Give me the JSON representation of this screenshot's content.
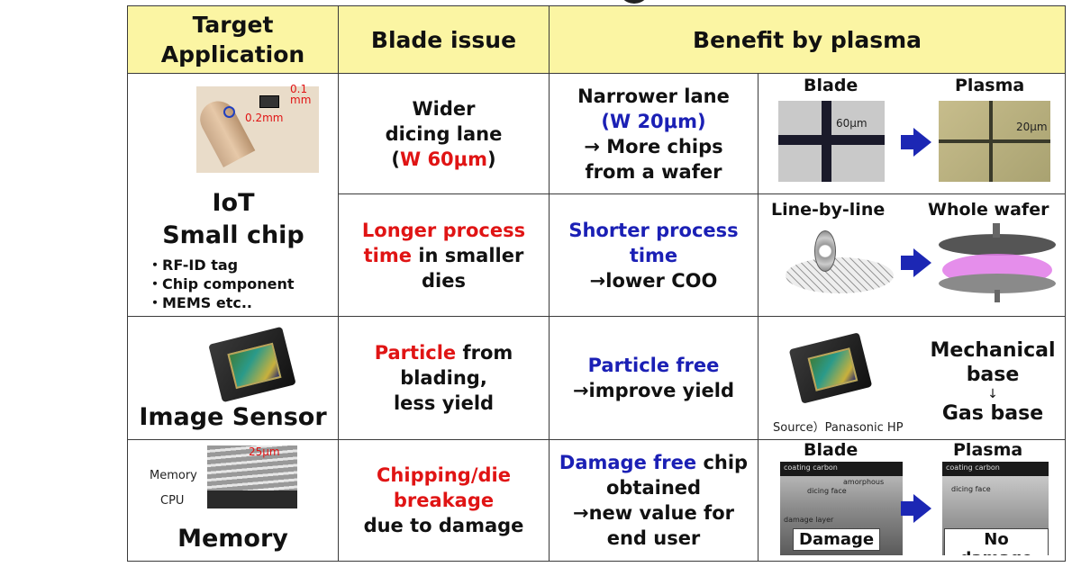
{
  "header": {
    "col1": "Target Application",
    "col2": "Blade issue",
    "col3": "Benefit by plasma"
  },
  "iot": {
    "title_line1": "IoT",
    "title_line2": "Small chip",
    "bullets": [
      "・RF-ID tag",
      "・Chip component",
      "・MEMS  etc.."
    ],
    "dim_01": "0.1",
    "dim_mm": "mm",
    "dim_02": "0.2mm",
    "row1": {
      "issue_l1": "Wider",
      "issue_l2": "dicing lane",
      "issue_l3_open": "(",
      "issue_l3_red": "W 60μm",
      "issue_l3_close": ")",
      "benefit_l1": "Narrower lane",
      "benefit_l2": "(W 20μm)",
      "benefit_l3": "→ More chips",
      "benefit_l4": "from a wafer",
      "img_blade": "Blade",
      "img_plasma": "Plasma",
      "img_60": "60μm",
      "img_20": "20μm"
    },
    "row2": {
      "issue_red_l1": "Longer process",
      "issue_red_l2": "time",
      "issue_rest_l2": " in smaller",
      "issue_l3": "dies",
      "benefit_blue_l1": "Shorter process",
      "benefit_blue_l2": "time",
      "benefit_l3": "→lower COO",
      "img_left": "Line-by-line",
      "img_right": "Whole wafer"
    }
  },
  "image_sensor": {
    "title": "Image Sensor",
    "issue_red": "Particle",
    "issue_rest_l1": " from",
    "issue_l2": "blading,",
    "issue_l3": "less yield",
    "benefit_blue": "Particle free",
    "benefit_l2": "→improve yield",
    "source": "Source）Panasonic HP",
    "mech_l1": "Mechanical",
    "mech_l2": "base",
    "mech_arrow": "↓",
    "mech_l3": "Gas base"
  },
  "memory": {
    "title": "Memory",
    "label_memory": "Memory",
    "label_cpu": "CPU",
    "label_25": "25μm",
    "issue_red_l1": "Chipping/die",
    "issue_red_l2": "breakage",
    "issue_l3": "due to damage",
    "benefit_blue": "Damage free",
    "benefit_rest_l1": " chip",
    "benefit_l2": "obtained",
    "benefit_l3": "→new value for",
    "benefit_l4": "end user",
    "img_blade": "Blade",
    "img_plasma": "Plasma",
    "tag_damage": "Damage",
    "tag_nodamage": "No damage",
    "sem_l1": "coating carbon",
    "sem_l2": "amorphous",
    "sem_l3": "dicing face",
    "sem_l4": "damage layer",
    "sem_r1": "coating carbon",
    "sem_r2": "dicing face"
  },
  "colors": {
    "header_bg": "#fbf5a3",
    "red": "#e01414",
    "blue": "#1b20b5",
    "arrow": "#1c27b4"
  }
}
